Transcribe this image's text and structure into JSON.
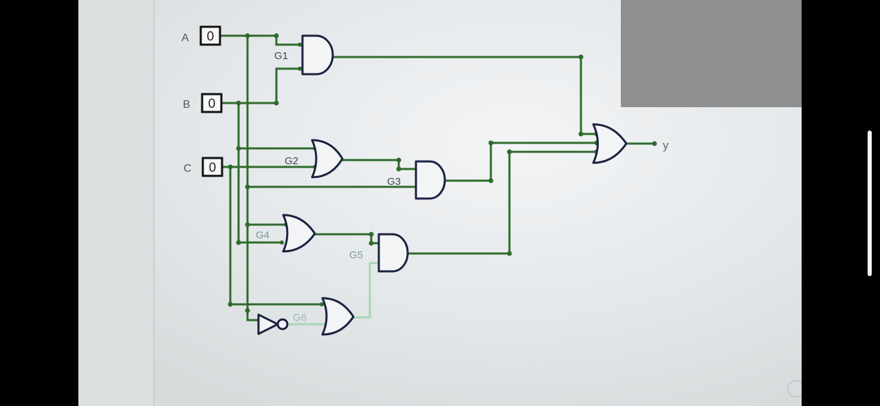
{
  "inputs": [
    {
      "id": "A",
      "label": "A",
      "value": "0"
    },
    {
      "id": "B",
      "label": "B",
      "value": "0"
    },
    {
      "id": "C",
      "label": "C",
      "value": "0"
    }
  ],
  "gates": {
    "G1": {
      "label": "G1",
      "type": "AND"
    },
    "G2": {
      "label": "G2",
      "type": "OR"
    },
    "G3": {
      "label": "G3",
      "type": "AND"
    },
    "G4": {
      "label": "G4",
      "type": "OR"
    },
    "G5": {
      "label": "G5",
      "type": "AND"
    },
    "G6": {
      "label": "G6",
      "type": "OR"
    },
    "G7": {
      "label": "",
      "type": "OR"
    },
    "NOT": {
      "label": "",
      "type": "NOT"
    }
  },
  "output": {
    "label": "y"
  },
  "colors": {
    "wire_active": "#2e6b2c",
    "wire_inactive": "#a9d4b6",
    "gate_stroke": "#1b2240",
    "paper": "#e9ecea",
    "frame": "#8f8f8f"
  }
}
